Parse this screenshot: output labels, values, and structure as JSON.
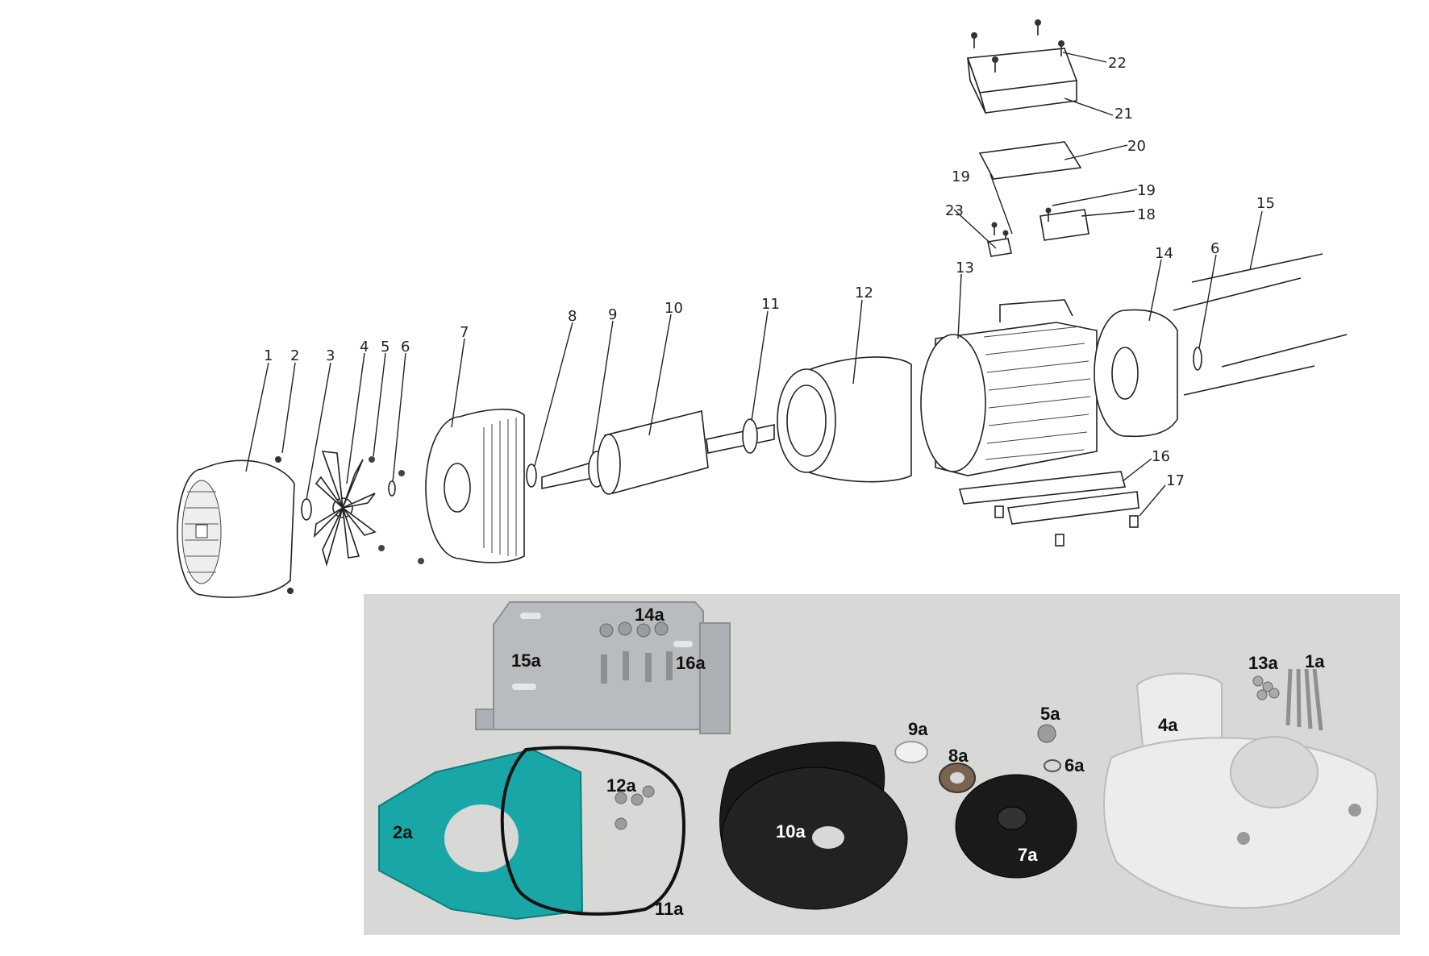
{
  "diagram": {
    "callouts": [
      "1",
      "2",
      "3",
      "4",
      "5",
      "6",
      "7",
      "8",
      "9",
      "10",
      "11",
      "12",
      "13",
      "14",
      "6",
      "15",
      "16",
      "17",
      "18",
      "19",
      "19",
      "20",
      "21",
      "22",
      "23"
    ],
    "photo_labels": [
      "14a",
      "15a",
      "16a",
      "13a",
      "1a",
      "2a",
      "12a",
      "11a",
      "10a",
      "9a",
      "8a",
      "5a",
      "6a",
      "7a",
      "4a"
    ]
  },
  "colors": {
    "photo_background": "#d8d8d6",
    "gasket": "#18a7a6",
    "impeller_black": "#1a1a1a",
    "housing_white": "#ececec",
    "steel": "#b9bcbe"
  }
}
